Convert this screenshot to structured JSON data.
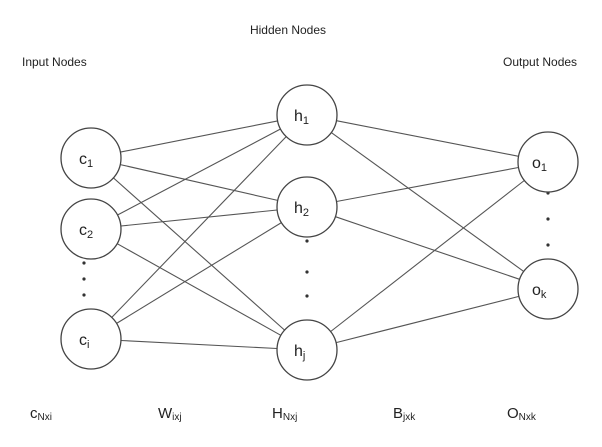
{
  "headers": {
    "input": "Input Nodes",
    "hidden": "Hidden Nodes",
    "output": "Output Nodes"
  },
  "input_nodes": [
    {
      "id": "c1",
      "base": "c",
      "sub": "1"
    },
    {
      "id": "c2",
      "base": "c",
      "sub": "2"
    },
    {
      "id": "ci",
      "base": "c",
      "sub": "i"
    }
  ],
  "hidden_nodes": [
    {
      "id": "h1",
      "base": "h",
      "sub": "1"
    },
    {
      "id": "h2",
      "base": "h",
      "sub": "2"
    },
    {
      "id": "hj",
      "base": "h",
      "sub": "j"
    }
  ],
  "output_nodes": [
    {
      "id": "o1",
      "base": "o",
      "sub": "1"
    },
    {
      "id": "ok",
      "base": "o",
      "sub": "k"
    }
  ],
  "bottom_labels": [
    {
      "id": "c-matrix",
      "base": "c",
      "sub": "Nxi"
    },
    {
      "id": "w-matrix",
      "base": "W",
      "sub": "ixj"
    },
    {
      "id": "h-matrix",
      "base": "H",
      "sub": "Nxj"
    },
    {
      "id": "b-matrix",
      "base": "B",
      "sub": "jxk"
    },
    {
      "id": "o-matrix",
      "base": "O",
      "sub": "Nxk"
    }
  ]
}
